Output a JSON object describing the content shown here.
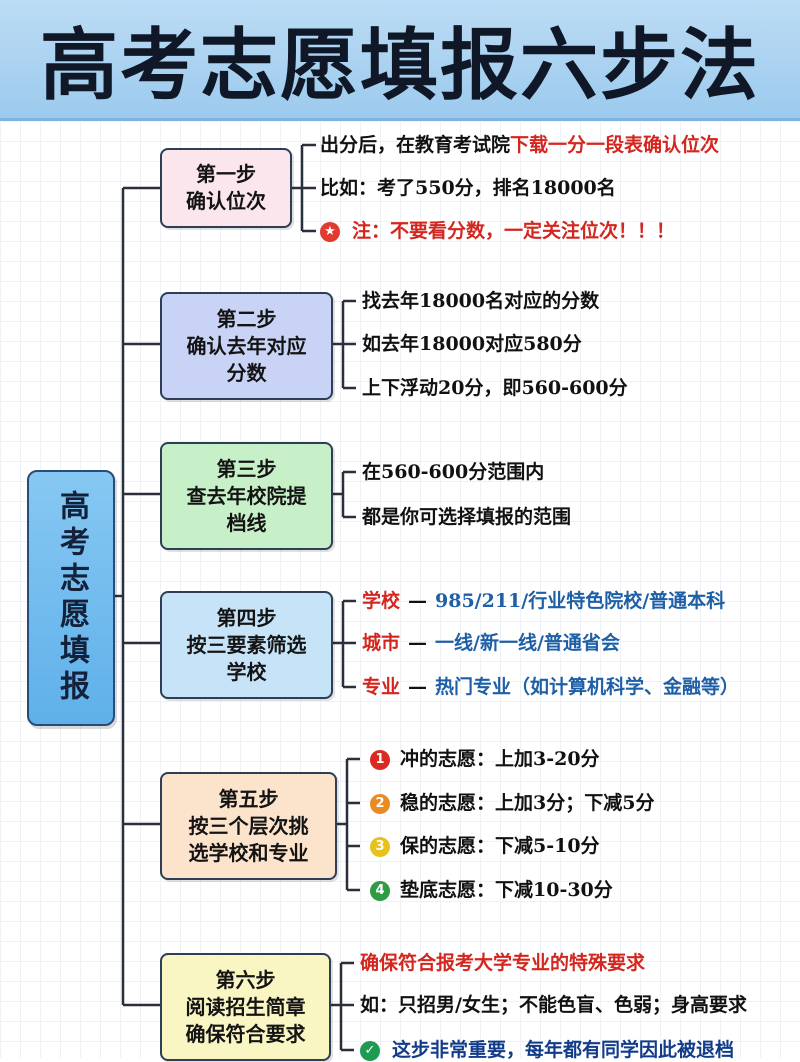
{
  "title": "高考志愿填报六步法",
  "root_label": "高考志愿填报",
  "colors": {
    "accent": "#d3261e",
    "title_bg": "#9ccaee",
    "blue_text": "#1e5fa6"
  },
  "steps": [
    {
      "label_line1": "第一步",
      "label_line2": "确认位次",
      "label_line3": "",
      "bg": "#fbe6ee",
      "items": [
        {
          "prefix": "出分后，在教育考试院",
          "highlight": "下载一分一段表确认位次"
        },
        {
          "text": "比如：考了550分，排名18000名"
        },
        {
          "icon": "star-badge-icon",
          "text": "注：不要看分数，一定关注位次！！！"
        }
      ]
    },
    {
      "label_line1": "第二步",
      "label_line2": "确认去年对应",
      "label_line3": "分数",
      "bg": "#c9d3f6",
      "items": [
        {
          "text": "找去年18000名对应的分数"
        },
        {
          "text": "如去年18000对应580分"
        },
        {
          "text": "上下浮动20分，即560-600分"
        }
      ]
    },
    {
      "label_line1": "第三步",
      "label_line2": "查去年校院提",
      "label_line3": "档线",
      "bg": "#c8f0c8",
      "items": [
        {
          "text": "在560-600分范围内"
        },
        {
          "text": "都是你可选择填报的范围"
        }
      ]
    },
    {
      "label_line1": "第四步",
      "label_line2": "按三要素筛选",
      "label_line3": "学校",
      "bg": "#c7e3f8",
      "items": [
        {
          "key": "学校",
          "value": "985/211/行业特色院校/普通本科"
        },
        {
          "key": "城市",
          "value": "一线/新一线/普通省会"
        },
        {
          "key": "专业",
          "value": "热门专业（如计算机科学、金融等）"
        }
      ]
    },
    {
      "label_line1": "第五步",
      "label_line2": "按三个层次挑",
      "label_line3": "选学校和专业",
      "bg": "#fbe3cc",
      "items": [
        {
          "badge": "1",
          "badge_color": "#d92b22",
          "text": "冲的志愿：上加3-20分"
        },
        {
          "badge": "2",
          "badge_color": "#e98a23",
          "text": "稳的志愿：上加3分；下减5分"
        },
        {
          "badge": "3",
          "badge_color": "#e8c21c",
          "text": "保的志愿：下减5-10分"
        },
        {
          "badge": "4",
          "badge_color": "#2f9b45",
          "text": "垫底志愿：下减10-30分"
        }
      ]
    },
    {
      "label_line1": "第六步",
      "label_line2": "阅读招生简章",
      "label_line3": "确保符合要求",
      "bg": "#faf6c4",
      "items": [
        {
          "text": "确保符合报考大学专业的特殊要求"
        },
        {
          "text": "如：只招男/女生；不能色盲、色弱；身高要求"
        },
        {
          "icon": "check-badge-icon",
          "text": "这步非常重要，每年都有同学因此被退档"
        }
      ]
    }
  ]
}
